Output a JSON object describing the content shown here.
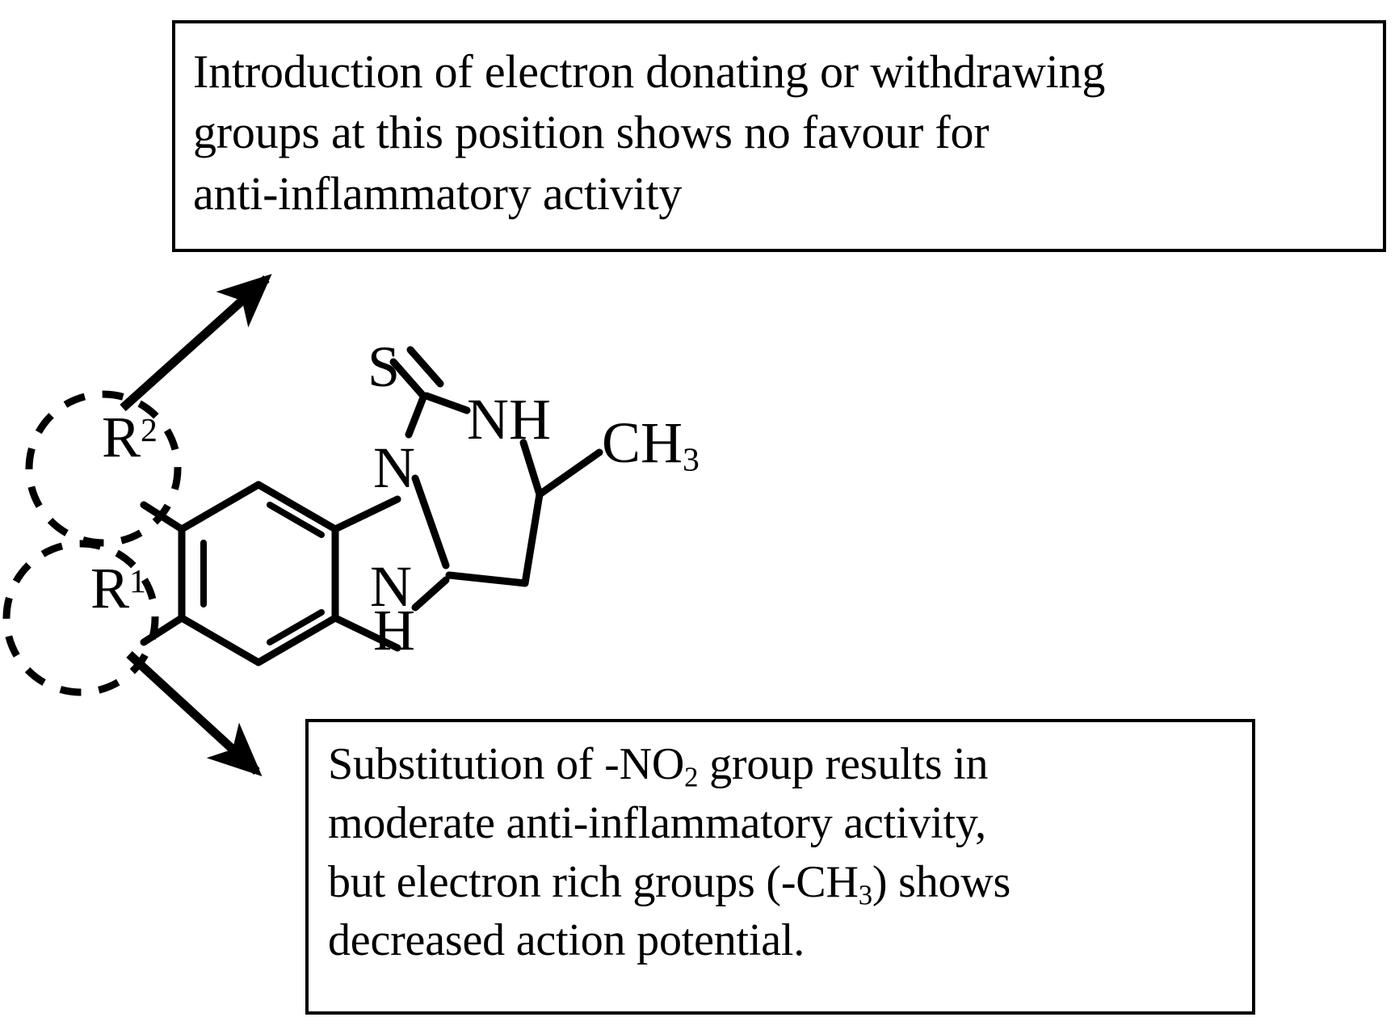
{
  "figure": {
    "type": "structure-activity-relationship-diagram",
    "background_color": "#ffffff",
    "line_color": "#000000"
  },
  "callout_top": {
    "lines": [
      "Introduction of electron donating or withdrawing",
      "groups at this position shows no favour for",
      "anti-inflammatory activity"
    ],
    "points_to": "R2"
  },
  "callout_bottom": {
    "line1_a": "Substitution of -NO",
    "line1_sub": "2",
    "line1_b": " group results in",
    "line2": "moderate anti-inflammatory activity,",
    "line3_a": "but electron rich groups (-CH",
    "line3_sub": "3",
    "line3_b": ") shows",
    "line4": "decreased action potential.",
    "points_to": "R1"
  },
  "structure": {
    "name": "thioxo-benzimidazo-pyrimidine scaffold",
    "atom_labels": {
      "sulfur": "S",
      "amine_nh": "NH",
      "methyl_base": "CH",
      "methyl_sub": "3",
      "ring_n_top": "N",
      "ring_n_bottom": "N",
      "ring_nh_hydrogen": "H",
      "substituent_r2_base": "R",
      "substituent_r2_sup": "2",
      "substituent_r1_base": "R",
      "substituent_r1_sup": "1"
    },
    "annotation_circles": [
      {
        "label": "R2",
        "style": "dashed"
      },
      {
        "label": "R1",
        "style": "dashed"
      }
    ],
    "arrows": [
      {
        "from": "R2-circle",
        "to": "callout-top",
        "direction": "up-right"
      },
      {
        "from": "R1-circle",
        "to": "callout-bottom",
        "direction": "down-right"
      }
    ]
  }
}
